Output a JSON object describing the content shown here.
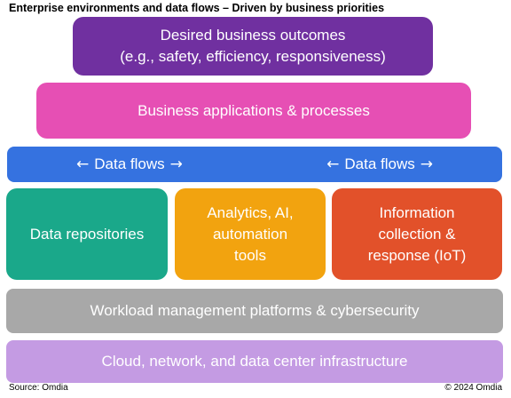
{
  "title": "Enterprise environments and data flows – Driven by business priorities",
  "layers": {
    "outcomes": {
      "line1": "Desired business outcomes",
      "line2": "(e.g., safety, efficiency, responsiveness)",
      "color": "#7030A0"
    },
    "applications": {
      "label": "Business applications & processes",
      "color": "#E64FB4"
    },
    "data_flows": {
      "left_label": "Data flows",
      "right_label": "Data flows",
      "color": "#3572E0"
    },
    "repositories": {
      "label": "Data repositories",
      "color": "#1AA88A"
    },
    "analytics": {
      "line1": "Analytics, AI,",
      "line2": "automation",
      "line3": "tools",
      "color": "#F2A30F"
    },
    "information": {
      "line1": "Information",
      "line2": "collection &",
      "line3": "response (IoT)",
      "color": "#E2512A"
    },
    "workload": {
      "label": "Workload management platforms & cybersecurity",
      "color": "#A8A8A8"
    },
    "infrastructure": {
      "label": "Cloud, network, and data center infrastructure",
      "color": "#C49BE3"
    }
  },
  "icons": {
    "left_arrow": "left-arrow-icon",
    "right_arrow": "right-arrow-icon"
  },
  "footer": {
    "source": "Source: Omdia",
    "copyright": "© 2024 Omdia"
  }
}
